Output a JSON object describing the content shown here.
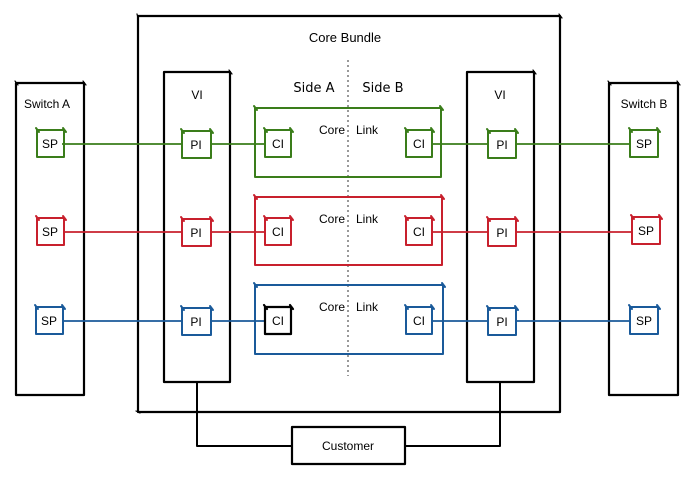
{
  "core_bundle": {
    "label": "Core Bundle"
  },
  "switches": [
    {
      "label": "Switch A"
    },
    {
      "label": "Switch B"
    }
  ],
  "vi": [
    {
      "label": "VI"
    },
    {
      "label": "VI"
    }
  ],
  "sides": {
    "a": "Side A",
    "b": "Side B"
  },
  "customer": {
    "label": "Customer"
  },
  "rows": [
    {
      "color": "#3a7d1a",
      "sp_left": "SP",
      "pi_left": "PI",
      "ci_left": "CI",
      "core": "Core",
      "link": "Link",
      "ci_right": "CI",
      "pi_right": "PI",
      "sp_right": "SP"
    },
    {
      "color": "#c8202d",
      "sp_left": "SP",
      "pi_left": "PI",
      "ci_left": "CI",
      "core": "Core",
      "link": "Link",
      "ci_right": "CI",
      "pi_right": "PI",
      "sp_right": "SP"
    },
    {
      "color": "#1a5a9a",
      "sp_left": "SP",
      "pi_left": "PI",
      "ci_left": "CI",
      "core": "Core",
      "link": "Link",
      "ci_right": "CI",
      "pi_right": "PI",
      "sp_right": "SP"
    }
  ]
}
